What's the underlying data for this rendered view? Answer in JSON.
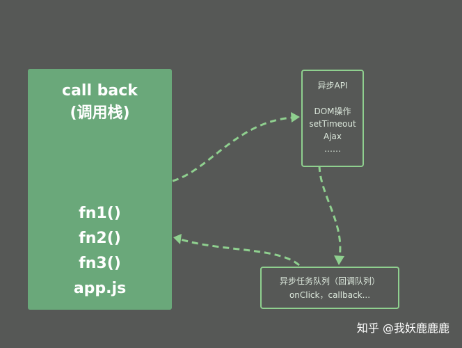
{
  "call_stack": {
    "title_line1": "call back",
    "title_line2": "(调用栈)",
    "items": [
      "fn1()",
      "fn2()",
      "fn3()",
      "app.js"
    ]
  },
  "async_api": {
    "title": "异步API",
    "items": [
      "DOM操作",
      "setTimeout",
      "Ajax",
      "……"
    ]
  },
  "task_queue": {
    "line1": "异步任务队列（回调队列）",
    "line2": "onClick，callback..."
  },
  "watermark": "知乎 @我妖鹿鹿鹿",
  "colors": {
    "background": "#565856",
    "stack_fill": "#6aa87a",
    "box_border": "#8fd08f",
    "arrow": "#8fd08f"
  }
}
